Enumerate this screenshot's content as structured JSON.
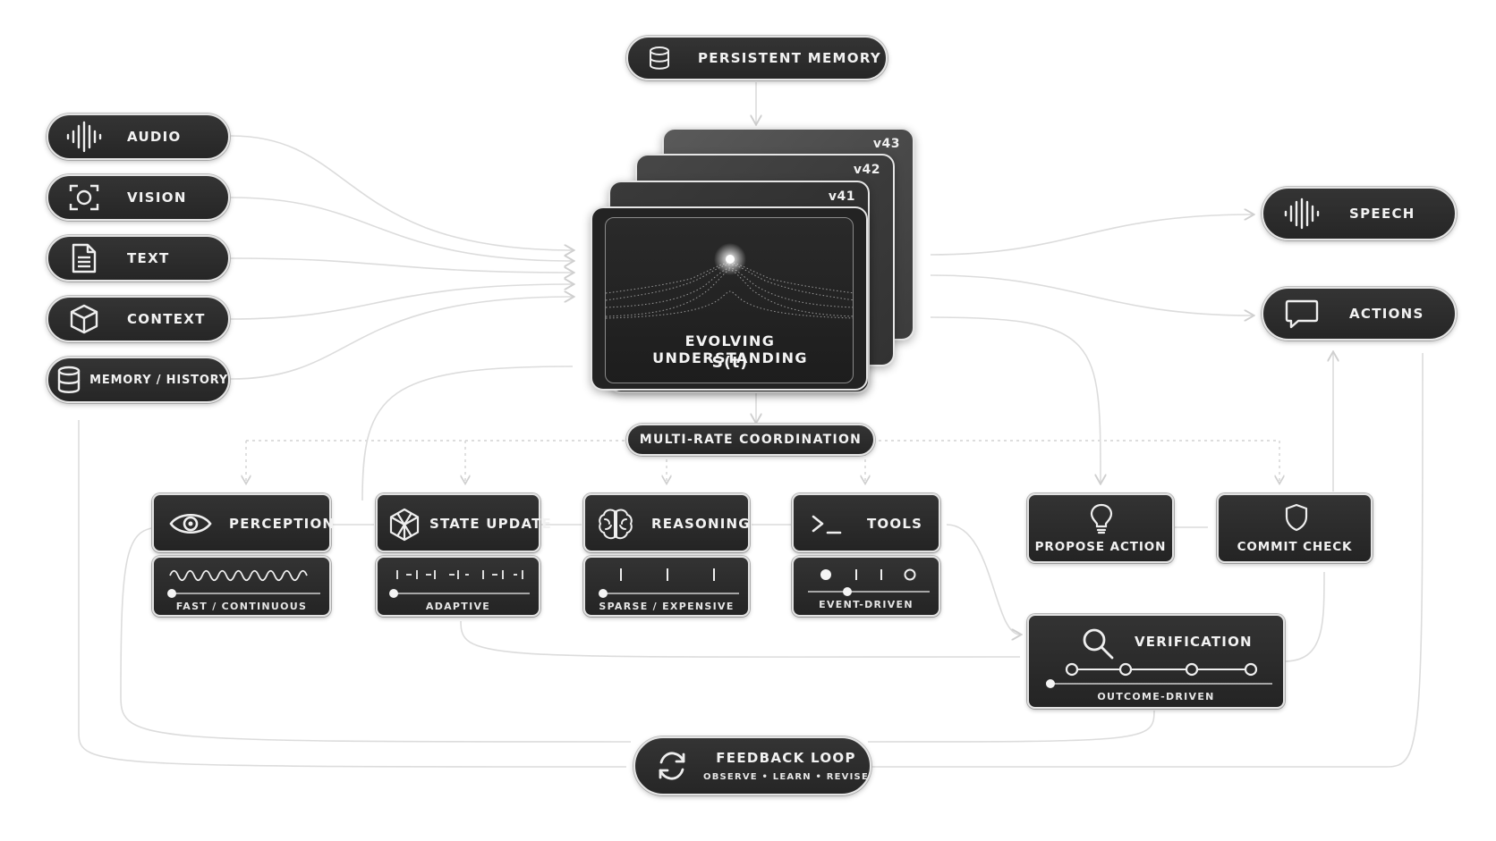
{
  "top": {
    "persistent_memory": "PERSISTENT MEMORY"
  },
  "inputs": [
    {
      "label": "AUDIO",
      "icon": "waveform-icon"
    },
    {
      "label": "VISION",
      "icon": "camera-focus-icon"
    },
    {
      "label": "TEXT",
      "icon": "document-icon"
    },
    {
      "label": "CONTEXT",
      "icon": "cube-icon"
    },
    {
      "label": "MEMORY / HISTORY",
      "icon": "database-icon"
    }
  ],
  "center": {
    "versions": [
      "v43",
      "v42",
      "v41"
    ],
    "title": "EVOLVING UNDERSTANDING",
    "formula": "S(t)"
  },
  "coordination": "MULTI-RATE COORDINATION",
  "outputs": [
    {
      "label": "SPEECH",
      "icon": "waveform-icon"
    },
    {
      "label": "ACTIONS",
      "icon": "chat-bubble-icon"
    }
  ],
  "processes": [
    {
      "label": "PERCEPTION",
      "rate": "FAST / CONTINUOUS",
      "icon": "eye-icon"
    },
    {
      "label": "STATE UPDATE",
      "rate": "ADAPTIVE",
      "icon": "hexagon-cube-icon"
    },
    {
      "label": "REASONING",
      "rate": "SPARSE / EXPENSIVE",
      "icon": "brain-icon"
    },
    {
      "label": "TOOLS",
      "rate": "EVENT-DRIVEN",
      "icon": "terminal-icon"
    }
  ],
  "decision": {
    "propose": "PROPOSE ACTION",
    "commit": "COMMIT CHECK",
    "verification": "VERIFICATION",
    "verification_rate": "OUTCOME-DRIVEN"
  },
  "feedback": {
    "title": "FEEDBACK LOOP",
    "steps": "OBSERVE • LEARN • REVISE"
  },
  "colors": {
    "node_fill": "#2b2b2b",
    "node_border": "#e4e4e4",
    "wire": "#dcdcdc",
    "background": "#ffffff"
  }
}
